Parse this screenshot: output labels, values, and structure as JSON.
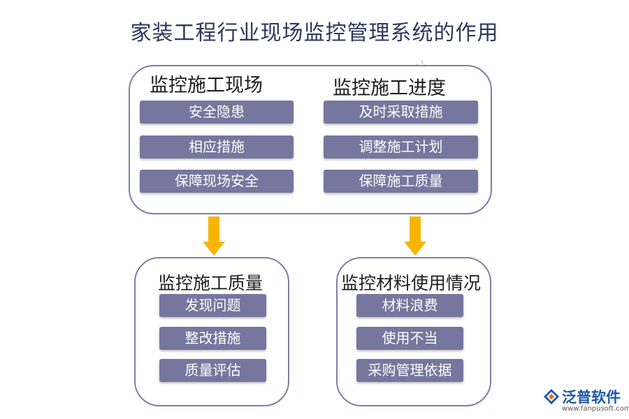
{
  "title": "家装工程行业现场监控管理系统的作用",
  "top_box": {
    "left": {
      "heading": "监控施工现场",
      "items": [
        "安全隐患",
        "相应措施",
        "保障现场安全"
      ]
    },
    "right": {
      "heading": "监控施工进度",
      "items": [
        "及时采取措施",
        "调整施工计划",
        "保障施工质量"
      ]
    }
  },
  "bottom_left": {
    "heading": "监控施工质量",
    "items": [
      "发现问题",
      "整改措施",
      "质量评估"
    ]
  },
  "bottom_right": {
    "heading": "监控材料使用情况",
    "items": [
      "材料浪费",
      "使用不当",
      "采购管理依据"
    ]
  },
  "watermark": "泛普软件",
  "brand": {
    "name": "泛普软件",
    "url": "www.fanpusoft.com"
  },
  "colors": {
    "pill": "#76779e",
    "border": "#7e7fa6",
    "arrow": "#f7b500",
    "title": "#2b3a5a"
  }
}
